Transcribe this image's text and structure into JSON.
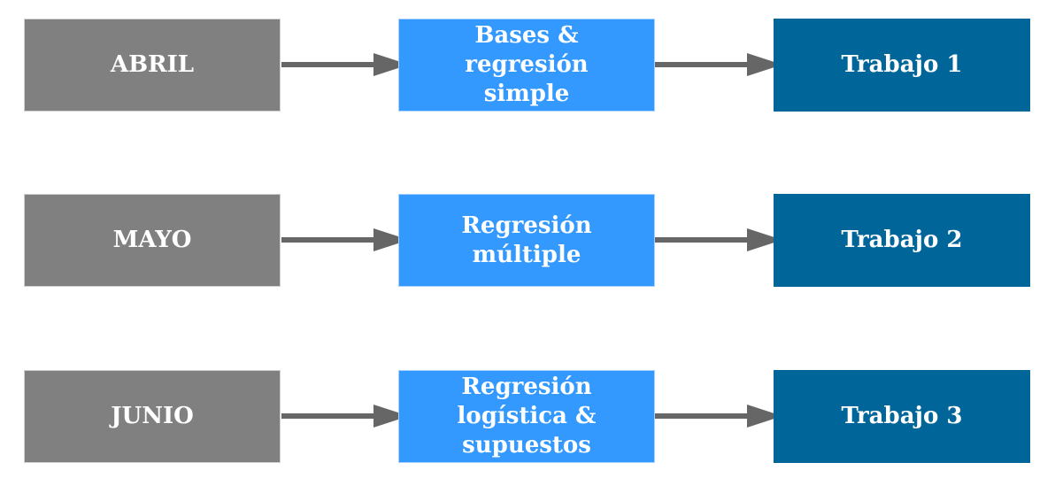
{
  "diagram": {
    "colors": {
      "month": "#808080",
      "topic": "#3399ff",
      "work": "#006699",
      "arrow": "#666666",
      "text": "#ffffff"
    },
    "rows": [
      {
        "month": "ABRIL",
        "topic": "Bases & regresión simple",
        "work": "Trabajo 1"
      },
      {
        "month": "MAYO",
        "topic": "Regresión múltiple",
        "work": "Trabajo 2"
      },
      {
        "month": "JUNIO",
        "topic": "Regresión logística & supuestos",
        "work": "Trabajo 3"
      }
    ]
  }
}
